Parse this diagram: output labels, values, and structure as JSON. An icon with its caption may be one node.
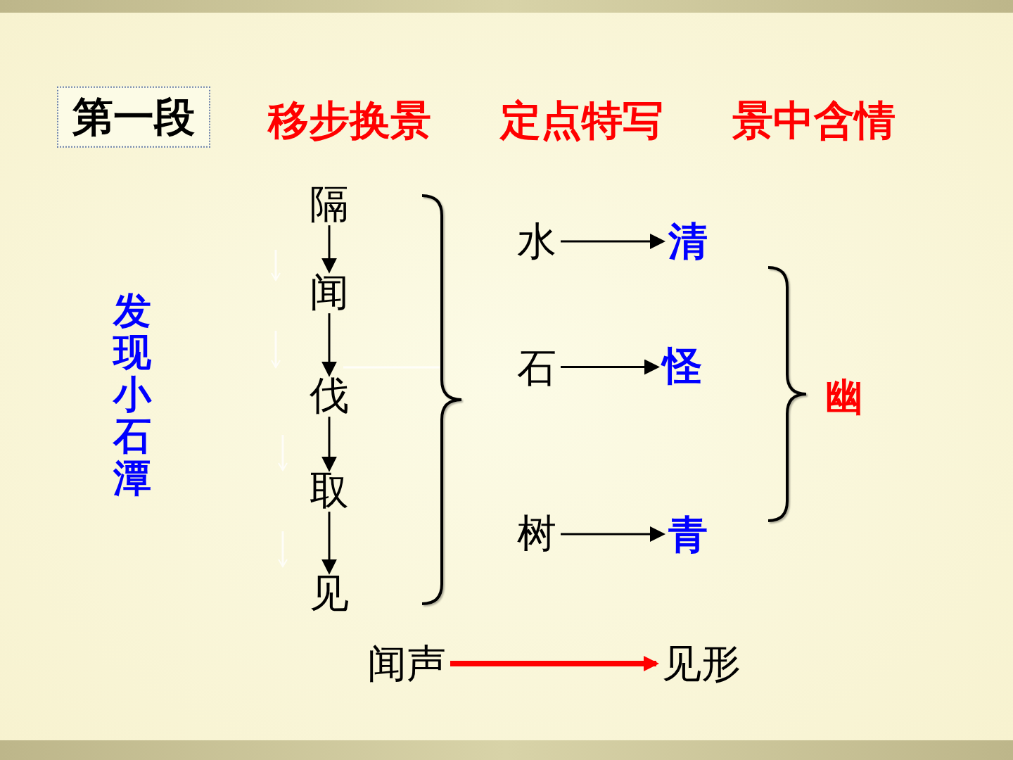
{
  "diagram": {
    "nodes": [
      {
        "text": [
          "第一段"
        ]
      },
      {
        "text": [
          "隔"
        ]
      },
      {
        "text": [
          "闻"
        ]
      },
      {
        "text": [
          "伐"
        ]
      },
      {
        "text": [
          "取"
        ]
      },
      {
        "text": [
          "见"
        ]
      },
      {
        "text": [
          "水"
        ]
      },
      {
        "text": [
          "清"
        ]
      },
      {
        "text": [
          "石"
        ]
      },
      {
        "text": [
          "怪"
        ]
      },
      {
        "text": [
          "树"
        ]
      },
      {
        "text": [
          "青"
        ]
      },
      {
        "text": [
          "幽"
        ]
      },
      {
        "text": [
          "闻声"
        ]
      },
      {
        "text": [
          "见形"
        ]
      }
    ],
    "edges": [
      {
        "from": 1,
        "to": 2,
        "arrow": "to"
      },
      {
        "from": 2,
        "to": 3,
        "arrow": "to"
      },
      {
        "from": 3,
        "to": 4,
        "arrow": "to"
      },
      {
        "from": 4,
        "to": 5,
        "arrow": "to"
      },
      {
        "from": 6,
        "to": 7,
        "arrow": "to"
      },
      {
        "from": 8,
        "to": 9,
        "arrow": "to"
      },
      {
        "from": 10,
        "to": 11,
        "arrow": "to"
      },
      {
        "from": 13,
        "to": 14,
        "arrow": "to",
        "style": "thick",
        "color": "#ff0000"
      }
    ],
    "labels": [
      "移步换景",
      "定点特写",
      "景中含情",
      "发现小石潭"
    ]
  }
}
